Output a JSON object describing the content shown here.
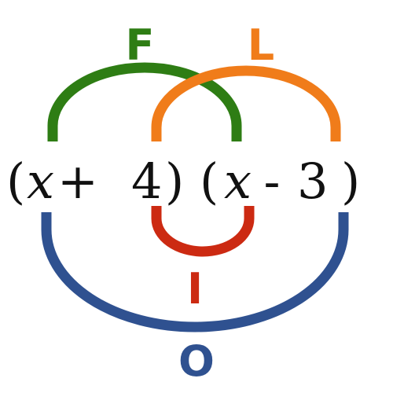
{
  "labels": {
    "first": "F",
    "outer": "O",
    "inner": "I",
    "last": "L"
  },
  "expression": {
    "open_paren_1": "(",
    "var_1": "x",
    "operator_1": "+",
    "constant_1": "4",
    "close_paren_1": ")",
    "open_paren_2": "(",
    "var_2": "x",
    "operator_2": "-",
    "constant_2": "3",
    "close_paren_2": ")"
  },
  "colors": {
    "first": "#2e7d14",
    "last": "#f07c1a",
    "inner": "#cc2a12",
    "outer": "#2f5190",
    "text": "#111111"
  }
}
